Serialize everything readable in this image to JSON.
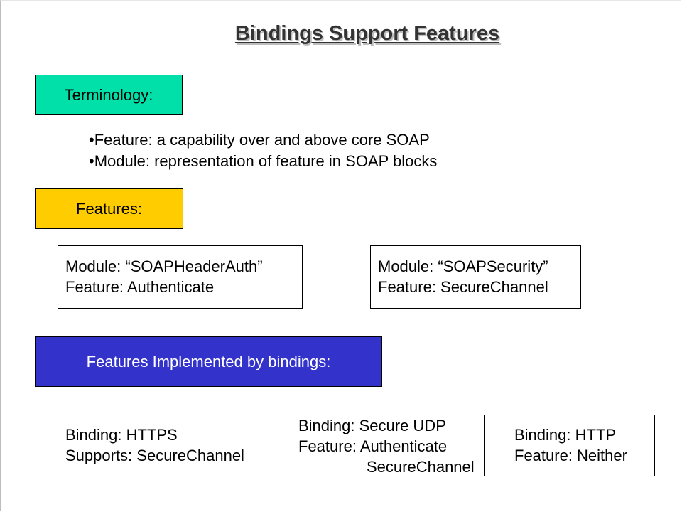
{
  "slide": {
    "title": "Bindings Support Features",
    "terminology": {
      "label": "Terminology:",
      "bullets": [
        "•Feature: a capability over and above core SOAP",
        "•Module: representation of feature in SOAP blocks"
      ]
    },
    "features": {
      "label": "Features:",
      "modules": [
        {
          "line1": "Module: “SOAPHeaderAuth”",
          "line2": "Feature: Authenticate"
        },
        {
          "line1": "Module: “SOAPSecurity”",
          "line2": "Feature: SecureChannel"
        }
      ]
    },
    "implemented": {
      "label": "Features Implemented by bindings:",
      "bindings": [
        {
          "line1": "Binding: HTTPS",
          "line2": "Supports: SecureChannel"
        },
        {
          "line1": "Binding: Secure UDP",
          "line2": "Feature: Authenticate",
          "line3": "SecureChannel"
        },
        {
          "line1": "Binding: HTTP",
          "line2": "Feature: Neither"
        }
      ]
    },
    "colors": {
      "terminology_fill": "#00e0a8",
      "features_fill": "#ffcc00",
      "implemented_fill": "#3333cc"
    }
  }
}
